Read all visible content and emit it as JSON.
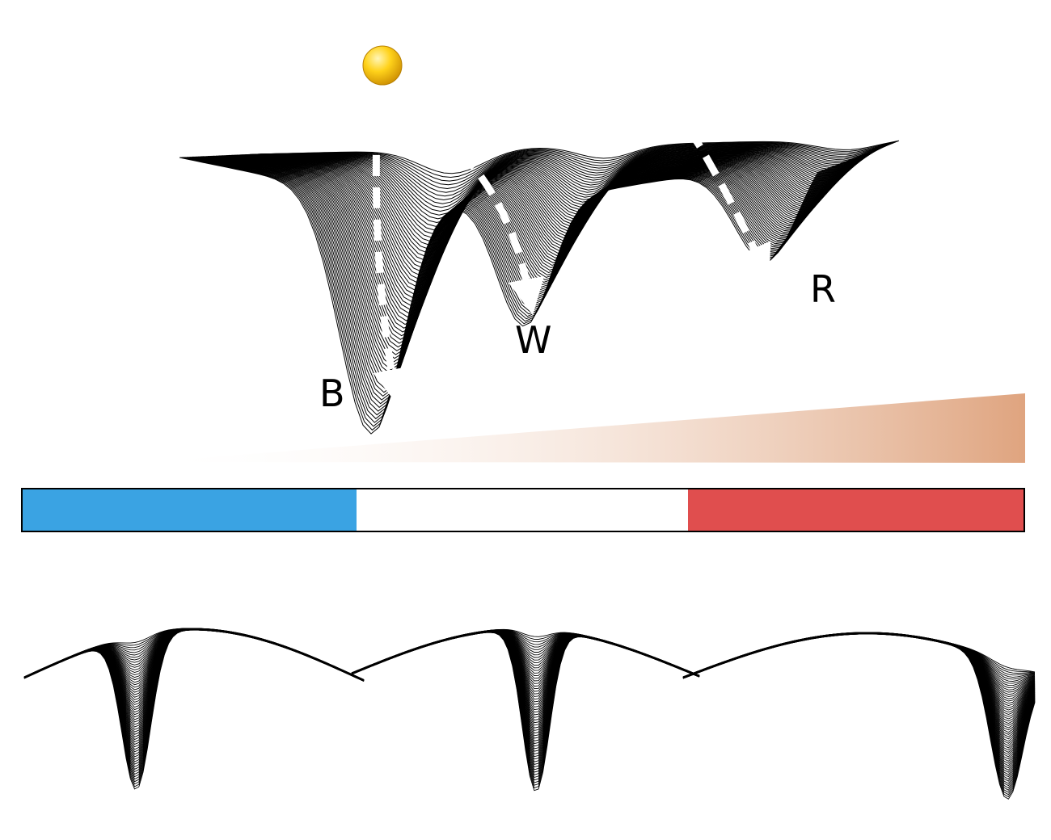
{
  "labels": {
    "b": "B",
    "w": "W",
    "r": "R"
  },
  "colors": {
    "blue": "#3aa3e3",
    "white": "#ffffff",
    "red": "#e04e4e",
    "gradient": "#dfa47f",
    "ball_light": "#fff6b8",
    "ball_mid": "#ffd21a",
    "ball_dark": "#c98a00",
    "surface_line": "#000000",
    "arrow": "#ffffff"
  },
  "icons": {
    "ball": "ball-icon",
    "arrows": "dashed-arrow-icon"
  }
}
